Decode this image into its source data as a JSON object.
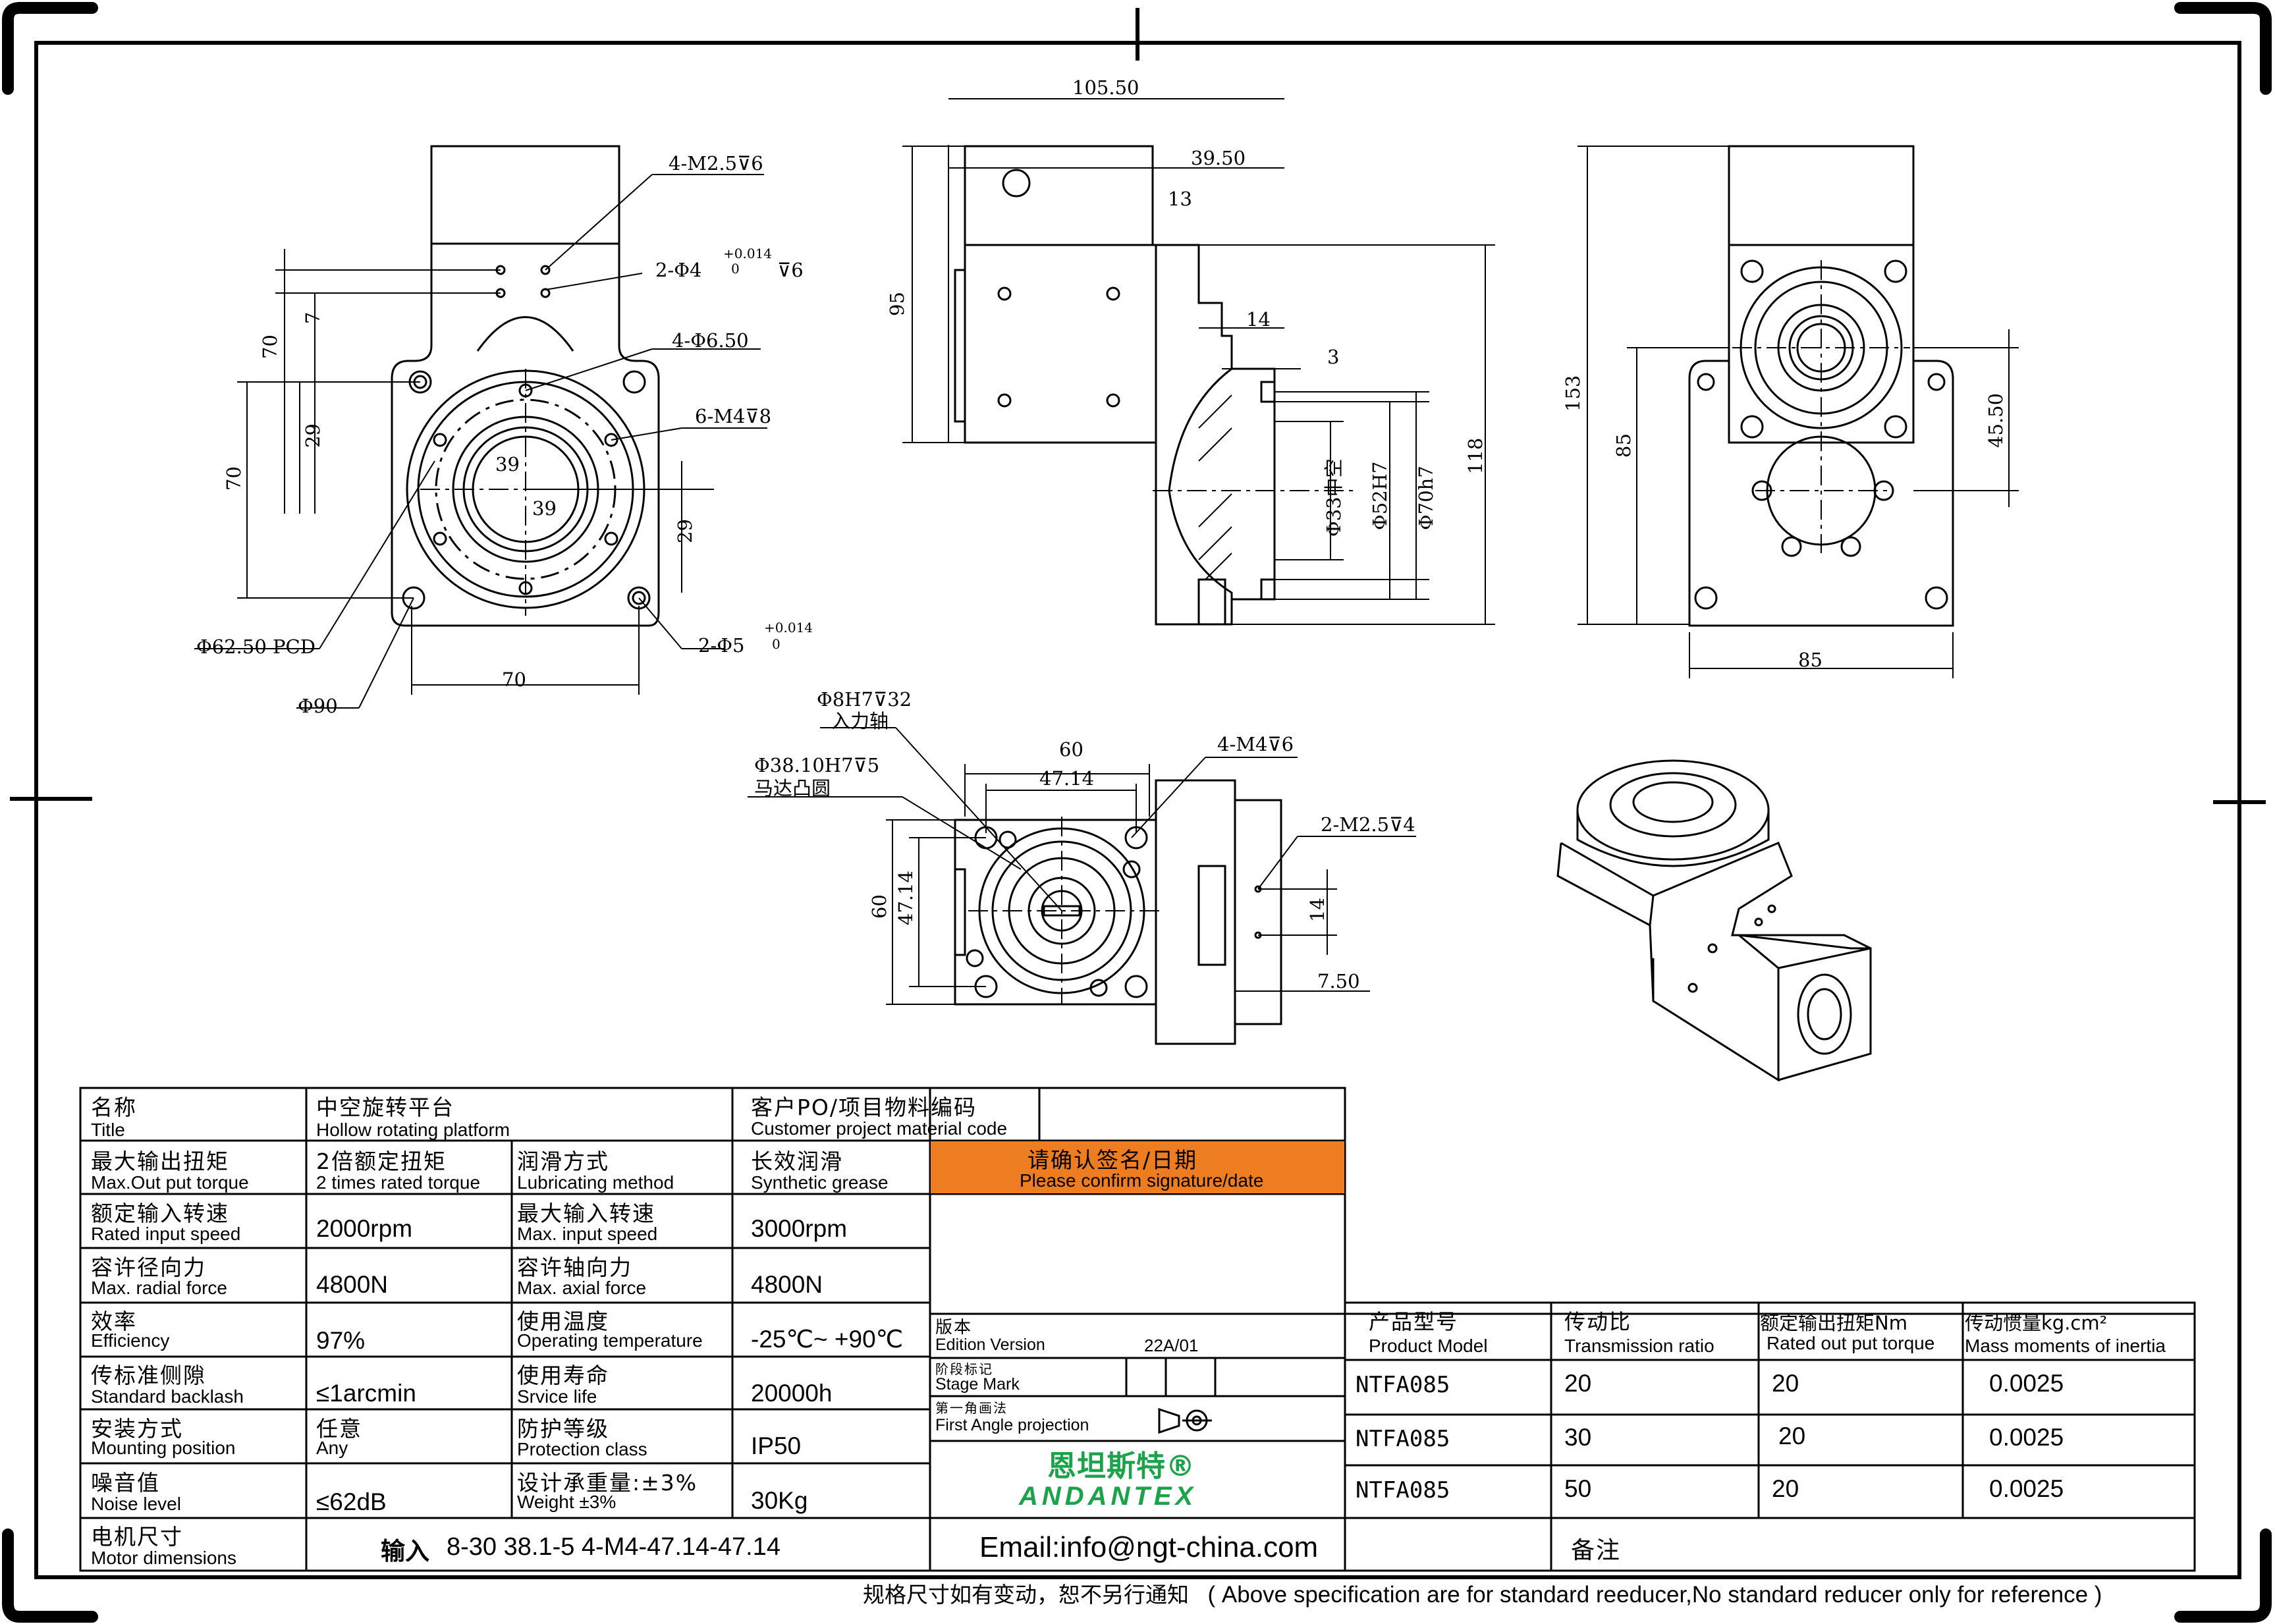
{
  "drawing": {
    "top_view": {
      "callouts": [
        "4-M2.5⊽6",
        "2-Φ4",
        "+0.014",
        "0",
        "⊽6",
        "4-Φ6.50",
        "6-M4⊽8",
        "Φ62.50 PCD",
        "Φ90",
        "2-Φ5",
        "+0.014",
        "0"
      ],
      "dims": [
        "7",
        "70",
        "29",
        "70",
        "39",
        "39",
        "29",
        "70"
      ]
    },
    "side_view": {
      "dims": [
        "105.50",
        "39.50",
        "13",
        "95",
        "14",
        "3",
        "Φ33中空",
        "Φ52H7",
        "Φ70h7",
        "118"
      ]
    },
    "right_view": {
      "dims": [
        "153",
        "85",
        "45.50",
        "85"
      ]
    },
    "bottom_view": {
      "callouts": [
        "Φ8H7⊽32",
        "入力轴",
        "Φ38.10H7⊽5",
        "马达凸圆",
        "4-M4⊽6",
        "2-M2.5⊽4"
      ],
      "dims": [
        "60",
        "47.14",
        "60",
        "47.14",
        "14",
        "7.50"
      ]
    }
  },
  "title_block": {
    "title": {
      "cn": "名称",
      "en": "Title",
      "value_cn": "中空旋转平台",
      "value_en": "Hollow rotating platform"
    },
    "customer_po": {
      "cn": "客户PO/项目物料编码",
      "en": "Customer project material code"
    },
    "max_torque": {
      "cn": "最大输出扭矩",
      "en": "Max.Out put torque",
      "value_cn": "2倍额定扭矩",
      "value_en": "2 times rated torque"
    },
    "lubrication": {
      "cn": "润滑方式",
      "en": "Lubricating method",
      "value_cn": "长效润滑",
      "value_en": "Synthetic grease"
    },
    "confirm": {
      "cn": "请确认签名/日期",
      "en": "Please confirm signature/date",
      "color": "#ee7d22"
    },
    "rated_speed": {
      "cn": "额定输入转速",
      "en": "Rated input speed",
      "value": "2000rpm"
    },
    "max_speed": {
      "cn": "最大输入转速",
      "en": "Max. input speed",
      "value": "3000rpm"
    },
    "radial_force": {
      "cn": "容许径向力",
      "en": "Max. radial force",
      "value": "4800N"
    },
    "axial_force": {
      "cn": "容许轴向力",
      "en": "Max. axial force",
      "value": "4800N"
    },
    "efficiency": {
      "cn": "效率",
      "en": "Efficiency",
      "value": "97%"
    },
    "temperature": {
      "cn": "使用温度",
      "en": "Operating temperature",
      "value": "-25℃~ +90℃"
    },
    "backlash": {
      "cn": "传标准侧隙",
      "en": "Standard backlash",
      "value": "≤1arcmin"
    },
    "life": {
      "cn": "使用寿命",
      "en": "Srvice life",
      "value": "20000h"
    },
    "mounting": {
      "cn": "安装方式",
      "en": "Mounting position",
      "value_cn": "任意",
      "value_en": "Any"
    },
    "protection": {
      "cn": "防护等级",
      "en": "Protection class",
      "value": "IP50"
    },
    "noise": {
      "cn": "噪音值",
      "en": "Noise level",
      "value": "≤62dB"
    },
    "weight": {
      "cn": "设计承重量:±3%",
      "en": "Weight ±3%",
      "value": "30Kg"
    },
    "motor": {
      "cn": "电机尺寸",
      "en": "Motor dimensions",
      "value_bold": "输入",
      "value": "8-30 38.1-5 4-M4-47.14-47.14"
    },
    "edition": {
      "cn": "版本",
      "en": "Edition Version",
      "value": "22A/01"
    },
    "stage": {
      "cn": "阶段标记",
      "en": "Stage Mark"
    },
    "projection": {
      "cn": "第一角画法",
      "en": "First Angle projection"
    },
    "brand": {
      "cn": "恩坦斯特®",
      "en": "ANDANTEX",
      "color": "#1aa34a"
    },
    "email": "Email:info@ngt-china.com",
    "models": {
      "headers": [
        {
          "cn": "产品型号",
          "en": "Product Model"
        },
        {
          "cn": "传动比",
          "en": "Transmission ratio"
        },
        {
          "cn": "额定输出扭矩Nm",
          "en": "Rated out put torque"
        },
        {
          "cn": "传动惯量kg.cm²",
          "en": "Mass moments of inertia"
        }
      ],
      "rows": [
        [
          "NTFA085",
          "20",
          "20",
          "0.0025"
        ],
        [
          "NTFA085",
          "30",
          "20",
          "0.0025"
        ],
        [
          "NTFA085",
          "50",
          "20",
          "0.0025"
        ]
      ]
    },
    "remarks": "备注"
  },
  "footer": {
    "cn": "规格尺寸如有变动，恕不另行通知",
    "en": "( Above specification are for standard reeducer,No standard reducer only for reference )"
  }
}
